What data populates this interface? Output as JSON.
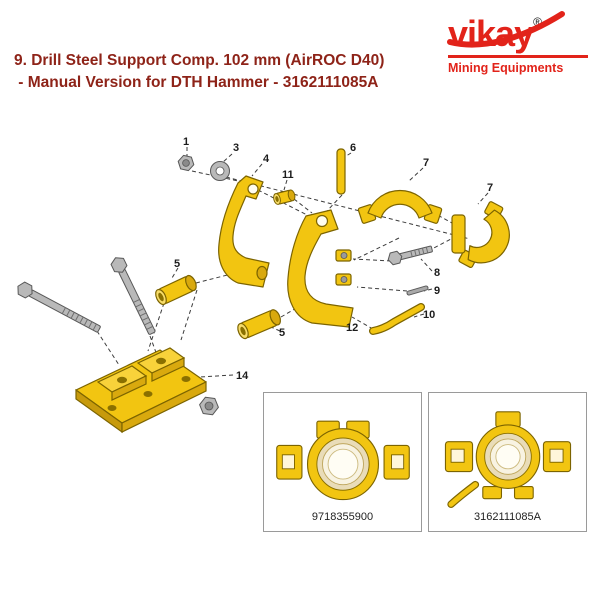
{
  "page": {
    "title_line1": "9. Drill Steel Support Comp. 102 mm (AirROC D40)",
    "title_line2": " - Manual Version for DTH Hammer - 3162111085A"
  },
  "logo": {
    "name": "vikay",
    "registered": "®",
    "tagline": "Mining Equipments"
  },
  "diagram": {
    "callouts": [
      "1",
      "3",
      "4",
      "11",
      "6",
      "7",
      "7",
      "8",
      "9",
      "10",
      "12",
      "5",
      "5",
      "14"
    ]
  },
  "thumbnails": [
    {
      "part_number": "9718355900"
    },
    {
      "part_number": "3162111085A"
    }
  ],
  "colors": {
    "brand_red": "#e2231a",
    "title_red": "#8e2318",
    "part_yellow": "#f2c511",
    "part_outline": "#7c6400"
  }
}
